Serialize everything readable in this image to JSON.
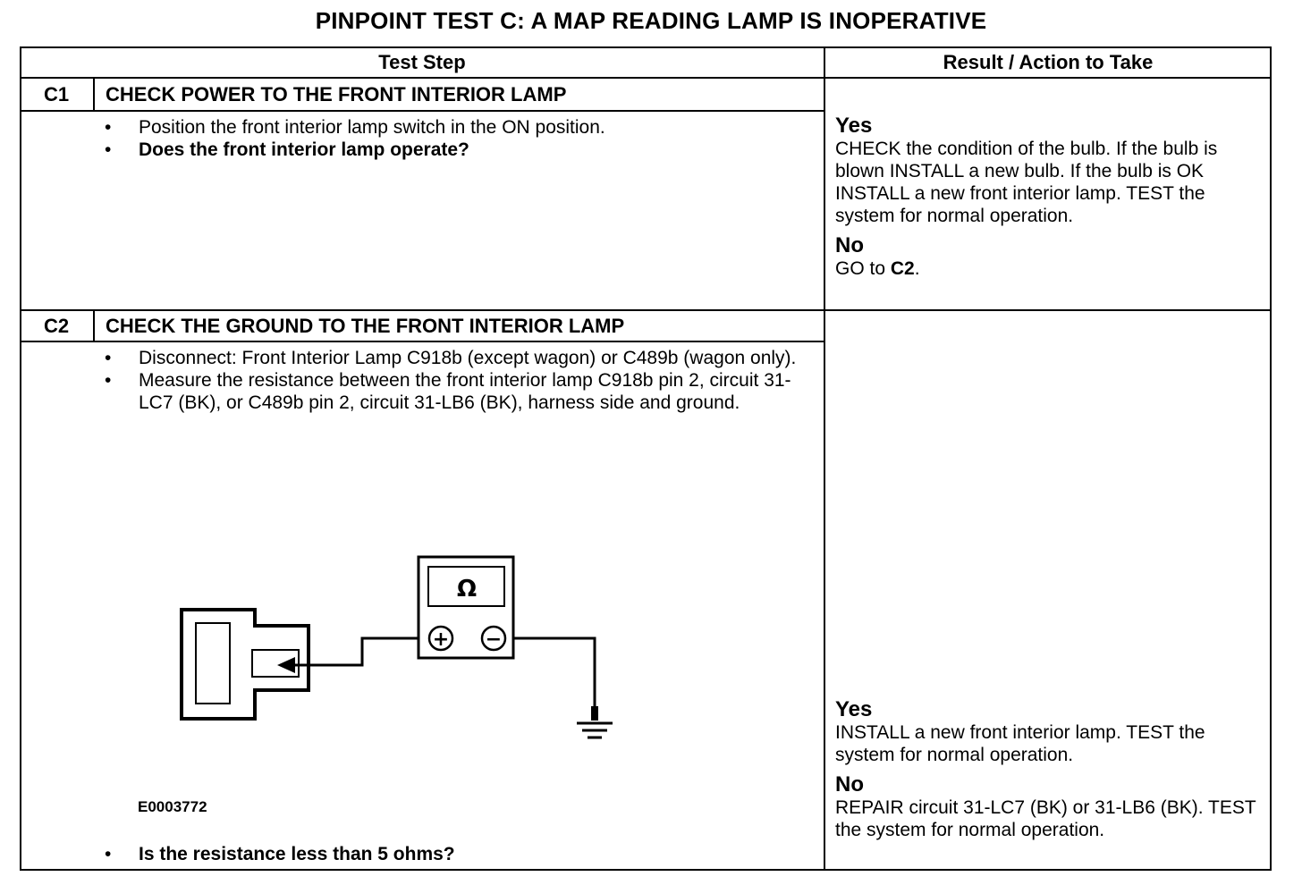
{
  "title": "PINPOINT TEST C: A MAP READING LAMP IS INOPERATIVE",
  "table": {
    "col_headers": [
      "Test Step",
      "Result / Action to Take"
    ]
  },
  "steps": [
    {
      "id": "C1",
      "heading": "CHECK POWER TO THE FRONT INTERIOR LAMP",
      "bullets": [
        "Position the front interior lamp switch in the ON position.",
        "Does the front interior lamp operate?"
      ],
      "results": {
        "yes_label": "Yes",
        "yes_text": "CHECK the condition of the bulb. If the bulb is blown INSTALL a new bulb. If the bulb is OK INSTALL a new front interior lamp. TEST the system for normal operation.",
        "no_label": "No",
        "no_text_prefix": "GO to ",
        "no_text_ref": "C2",
        "no_text_suffix": "."
      }
    },
    {
      "id": "C2",
      "heading": "CHECK THE GROUND TO THE FRONT INTERIOR LAMP",
      "bullets": [
        "Disconnect: Front Interior Lamp C918b (except wagon) or C489b (wagon only).",
        "Measure the resistance between the front interior lamp C918b pin 2, circuit 31-LC7 (BK), or C489b pin 2, circuit 31-LB6 (BK), harness side and ground.",
        "Is the resistance less than 5 ohms?"
      ],
      "figure": {
        "meter_symbol": "Ω",
        "plus_symbol": "+",
        "minus_symbol": "−",
        "code": "E0003772"
      },
      "results": {
        "yes_label": "Yes",
        "yes_text": "INSTALL a new front interior lamp. TEST the system for normal operation.",
        "no_label": "No",
        "no_text": "REPAIR circuit 31-LC7 (BK) or 31-LB6 (BK). TEST the system for normal operation."
      }
    }
  ]
}
